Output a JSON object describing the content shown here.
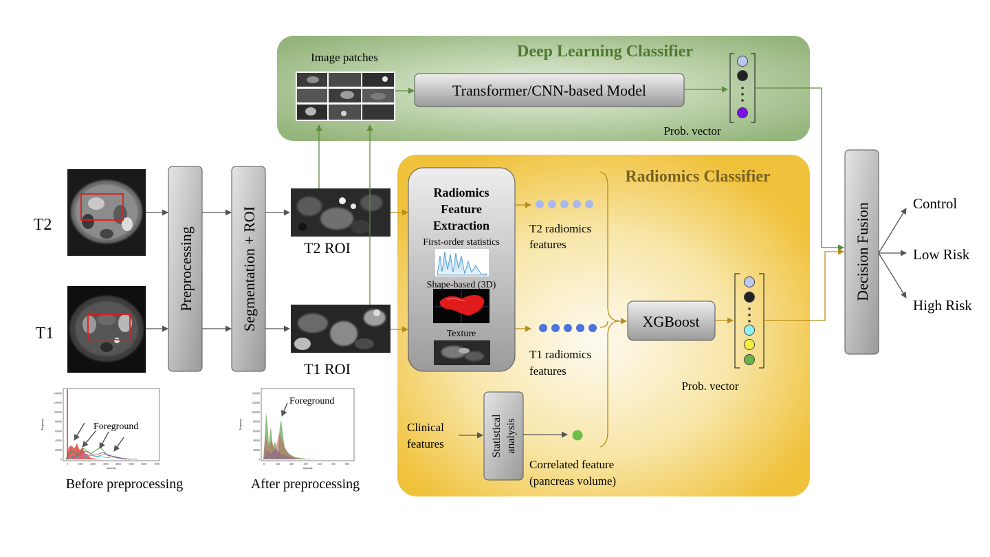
{
  "inputs": {
    "t2": "T2",
    "t1": "T1"
  },
  "steps": {
    "preprocessing": "Preprocessing",
    "segmentation": "Segmentation + ROI"
  },
  "roi": {
    "t2": "T2 ROI",
    "t1": "T1 ROI"
  },
  "histograms": {
    "before": {
      "caption": "Before preprocessing",
      "annotation": "Foreground",
      "yticks": [
        "140000",
        "120000",
        "100000",
        "80000",
        "60000",
        "40000",
        "20000",
        "0"
      ],
      "xticks": [
        "0",
        "1000",
        "2000",
        "3000",
        "4000",
        "5000",
        "6000",
        "7000"
      ],
      "xlabel": "intensity",
      "ylabel": "Frequency"
    },
    "after": {
      "caption": "After preprocessing",
      "annotation": "Foreground",
      "yticks": [
        "140000",
        "120000",
        "100000",
        "80000",
        "60000",
        "40000",
        "20000",
        "0"
      ],
      "xticks": [
        "0",
        "100",
        "200",
        "300",
        "400",
        "500",
        "600"
      ],
      "xlabel": "intensity",
      "ylabel": "Frequency"
    }
  },
  "deep_learning": {
    "title": "Deep Learning Classifier",
    "patches_label": "Image patches",
    "model_label": "Transformer/CNN-based Model",
    "prob_label": "Prob. vector",
    "prob_colors": [
      "#b9c8ec",
      "#222222",
      "#7a10e6"
    ]
  },
  "radiomics": {
    "title": "Radiomics Classifier",
    "extraction": {
      "title_lines": [
        "Radiomics",
        "Feature",
        "Extraction"
      ],
      "first_order": "First-order statistics",
      "shape": "Shape-based (3D)",
      "texture": "Texture"
    },
    "t2_features_lines": [
      "T2 radiomics",
      "features"
    ],
    "t1_features_lines": [
      "T1 radiomics",
      "features"
    ],
    "t2_dot_color": "#a7b8ee",
    "t1_dot_color": "#4c73de",
    "clinical_lines": [
      "Clinical",
      "features"
    ],
    "stat_lines": [
      "Statistical",
      "analysis"
    ],
    "correlated_lines": [
      "Correlated feature",
      "(pancreas volume)"
    ],
    "correlated_dot_color": "#6cc04a",
    "xgboost_label": "XGBoost",
    "prob_label": "Prob. vector",
    "prob_colors": [
      "#b9c8ec",
      "#222222",
      "#8ff0f2",
      "#f3ef3a",
      "#6cb34a"
    ]
  },
  "fusion": {
    "label": "Decision Fusion",
    "outputs": [
      "Control",
      "Low Risk",
      "High Risk"
    ]
  },
  "colors": {
    "dl_panel": "#93b47a",
    "rad_panel": "#f0c23c",
    "dl_title": "#4d7a2e",
    "rad_title": "#7a6220",
    "green_line": "#5c8a3a",
    "gold_line": "#b58d17"
  }
}
